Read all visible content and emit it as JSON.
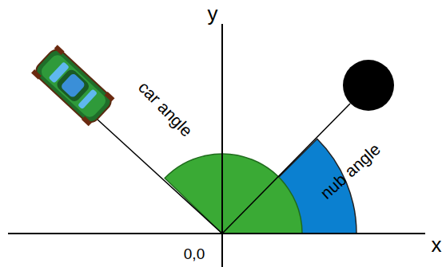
{
  "diagram": {
    "labels": [
      "y",
      "x",
      "0,0",
      "car angle",
      "nub angle"
    ]
  }
}
